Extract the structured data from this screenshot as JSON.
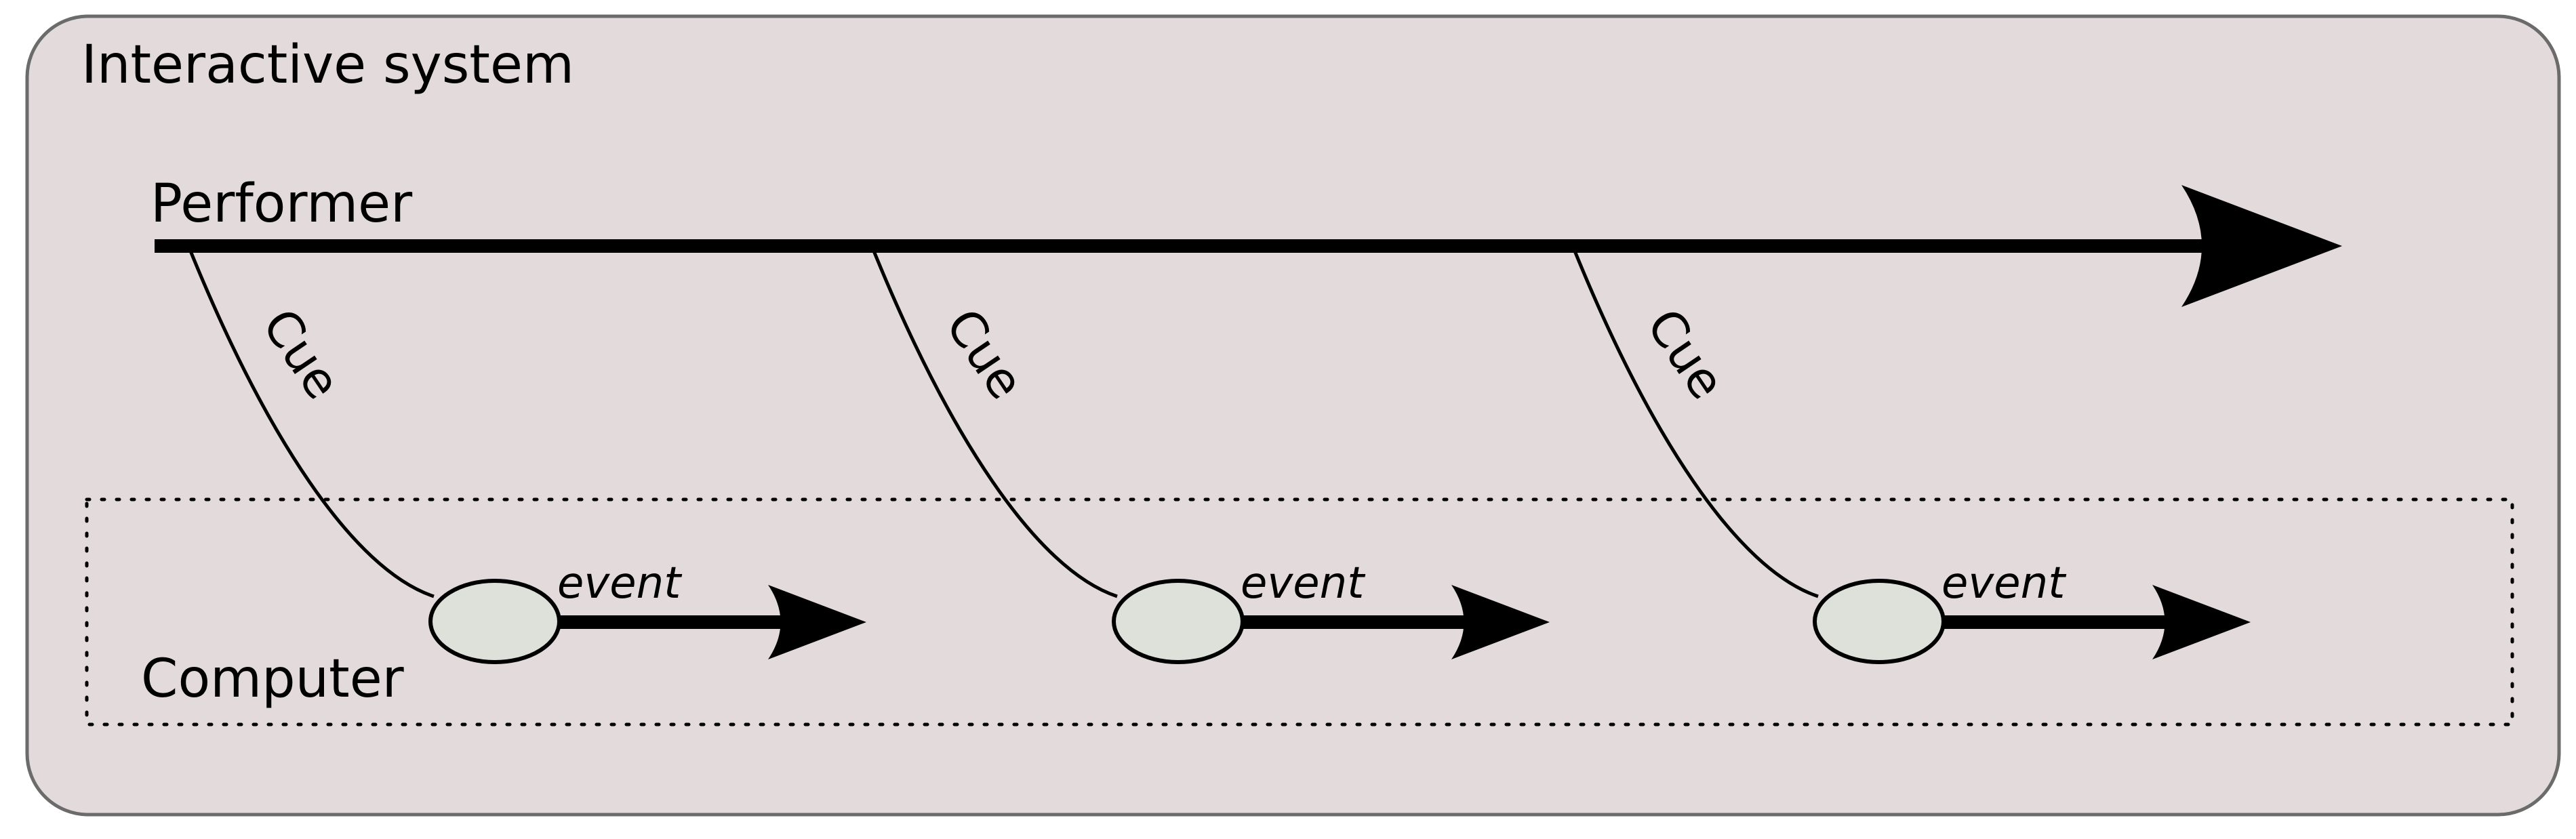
{
  "diagram": {
    "title": "Interactive system",
    "performer_label": "Performer",
    "computer_label": "Computer",
    "cues": [
      {
        "cue_label": "Cue",
        "event_label": "event"
      },
      {
        "cue_label": "Cue",
        "event_label": "event"
      },
      {
        "cue_label": "Cue",
        "event_label": "event"
      }
    ]
  },
  "colors": {
    "system_fill": "#e3dadb",
    "system_border": "#6b6b6b",
    "event_node_fill": "#dde1da",
    "stroke": "#000000"
  }
}
